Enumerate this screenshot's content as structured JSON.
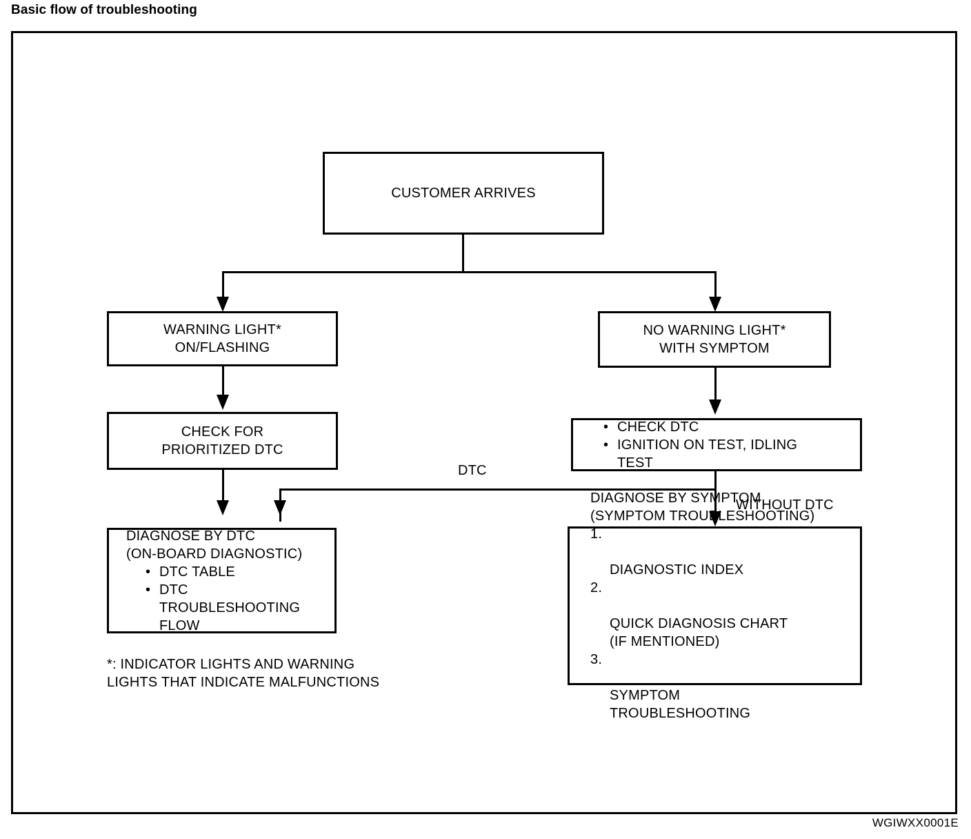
{
  "title": "Basic flow of troubleshooting",
  "document_code": "WGIWXX0001E",
  "diagram_data": {
    "type": "flowchart",
    "nodes": [
      {
        "id": "customer-arrives",
        "label": "CUSTOMER ARRIVES"
      },
      {
        "id": "warning-light-on",
        "line1": "WARNING LIGHT*",
        "line2": "ON/FLASHING"
      },
      {
        "id": "no-warning-light",
        "line1": "NO WARNING LIGHT*",
        "line2": "WITH SYMPTOM"
      },
      {
        "id": "check-prioritized-dtc",
        "line1": "CHECK FOR",
        "line2": "PRIORITIZED DTC"
      },
      {
        "id": "check-dtc-tests",
        "bullets": [
          "CHECK DTC",
          "IGNITION ON TEST, IDLING\nTEST"
        ]
      },
      {
        "id": "diagnose-by-dtc",
        "line1": "DIAGNOSE BY DTC",
        "line2": "(ON-BOARD DIAGNOSTIC)",
        "bullets": [
          "DTC TABLE",
          "DTC\nTROUBLESHOOTING\nFLOW"
        ]
      },
      {
        "id": "diagnose-by-symptom",
        "line1": "DIAGNOSE BY SYMPTOM",
        "line2": "(SYMPTOM TROUBLESHOOTING)",
        "items": [
          {
            "num": "1.",
            "text": "DIAGNOSTIC INDEX"
          },
          {
            "num": "2.",
            "text": "QUICK DIAGNOSIS CHART\n(IF MENTIONED)"
          },
          {
            "num": "3.",
            "text": "SYMPTOM\nTROUBLESHOOTING"
          }
        ]
      }
    ],
    "edge_labels": [
      {
        "id": "dtc",
        "text": "DTC"
      },
      {
        "id": "without-dtc",
        "text": "WITHOUT DTC"
      }
    ],
    "edges": [
      {
        "from": "customer-arrives",
        "to": "warning-light-on"
      },
      {
        "from": "customer-arrives",
        "to": "no-warning-light"
      },
      {
        "from": "warning-light-on",
        "to": "check-prioritized-dtc"
      },
      {
        "from": "no-warning-light",
        "to": "check-dtc-tests"
      },
      {
        "from": "check-prioritized-dtc",
        "to": "diagnose-by-dtc"
      },
      {
        "from": "check-dtc-tests",
        "to": "diagnose-by-dtc",
        "label": "DTC"
      },
      {
        "from": "check-dtc-tests",
        "to": "diagnose-by-symptom",
        "label": "WITHOUT DTC"
      }
    ]
  },
  "footnote": "*: INDICATOR LIGHTS AND WARNING\n   LIGHTS THAT INDICATE MALFUNCTIONS",
  "colors": {
    "ink": "#000000",
    "paper": "#ffffff"
  }
}
